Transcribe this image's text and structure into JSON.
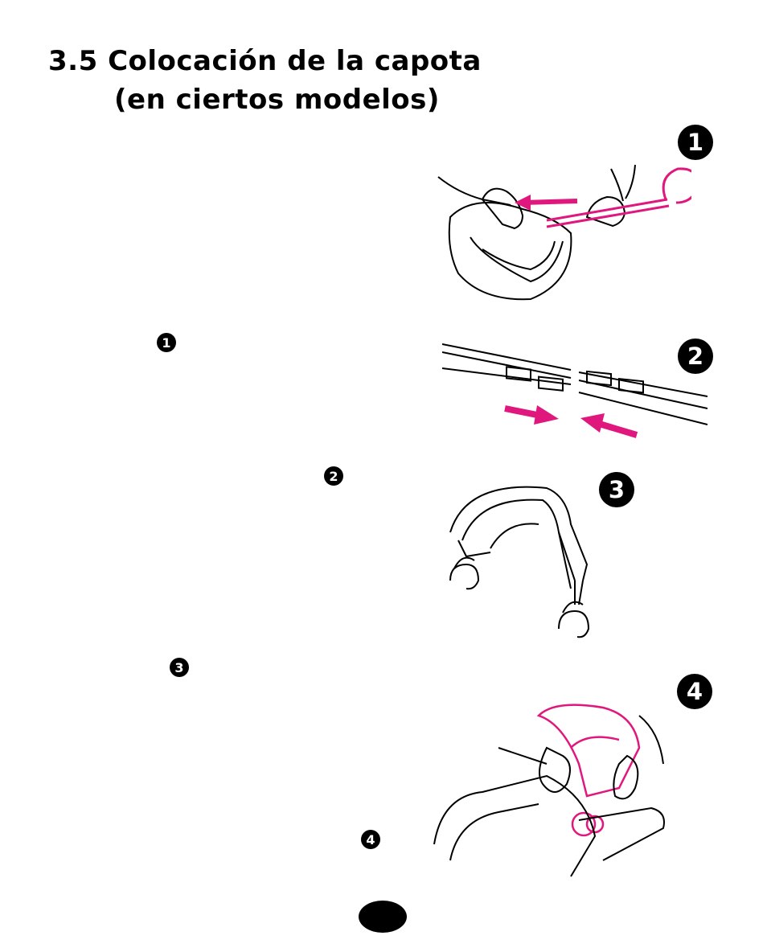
{
  "heading": {
    "line1": "3.5 Colocación de la capota",
    "line2": "(en ciertos modelos)"
  },
  "figures": [
    {
      "number": "1"
    },
    {
      "number": "2"
    },
    {
      "number": "3"
    },
    {
      "number": "4"
    }
  ],
  "inline_refs": [
    "1",
    "2",
    "3",
    "4"
  ],
  "colors": {
    "accent": "#e0187e",
    "ink": "#000000"
  }
}
